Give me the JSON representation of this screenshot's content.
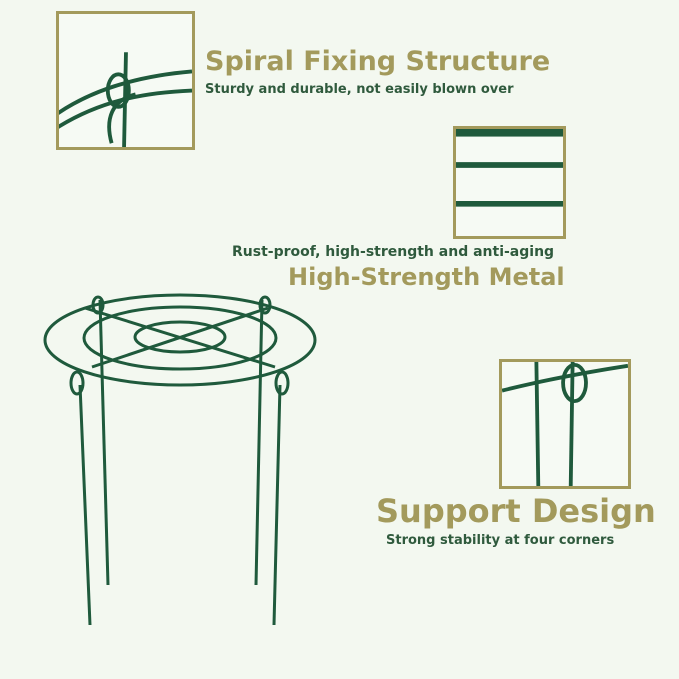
{
  "features": {
    "spiral": {
      "title": "Spiral Fixing Structure",
      "subtitle": "Sturdy and durable, not easily blown over"
    },
    "metal": {
      "subtitle": "Rust-proof, high-strength and anti-aging",
      "title": "High-Strength Metal"
    },
    "support": {
      "title": "Support Design",
      "subtitle": "Strong stability at four corners"
    }
  },
  "colors": {
    "background": "#f3f8f0",
    "frame_border": "#a39a5c",
    "title_text": "#a39a5c",
    "subtitle_text": "#2f5a3d",
    "metal_green": "#1f5a3c"
  },
  "icons": {
    "spiral_detail": "spiral-loop-closeup-icon",
    "metal_detail": "metal-rings-closeup-icon",
    "support_detail": "support-legs-closeup-icon",
    "product": "plant-support-stand-icon"
  }
}
